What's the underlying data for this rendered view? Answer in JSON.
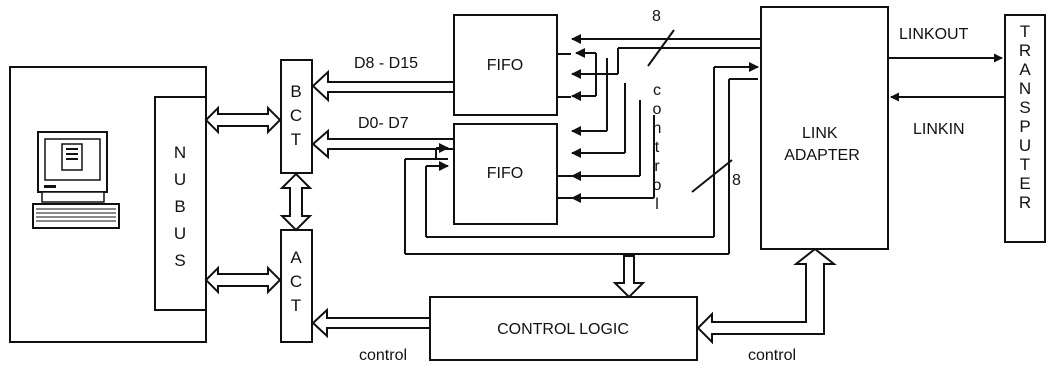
{
  "blocks": {
    "nubus": "NUBUS",
    "bct": "BCT",
    "act": "ACT",
    "fifo_top": "FIFO",
    "fifo_bottom": "FIFO",
    "link_adapter": [
      "LINK",
      "ADAPTER"
    ],
    "control_logic": "CONTROL LOGIC",
    "transputer": "TRANSPUTER",
    "control_vertical": "control"
  },
  "labels": {
    "d8_d15": "D8 - D15",
    "d0_d7": "D0- D7",
    "linkout": "LINKOUT",
    "linkin": "LINKIN",
    "bus_width_top": "8",
    "bus_width_right": "8",
    "control_left": "control",
    "control_right": "control"
  }
}
